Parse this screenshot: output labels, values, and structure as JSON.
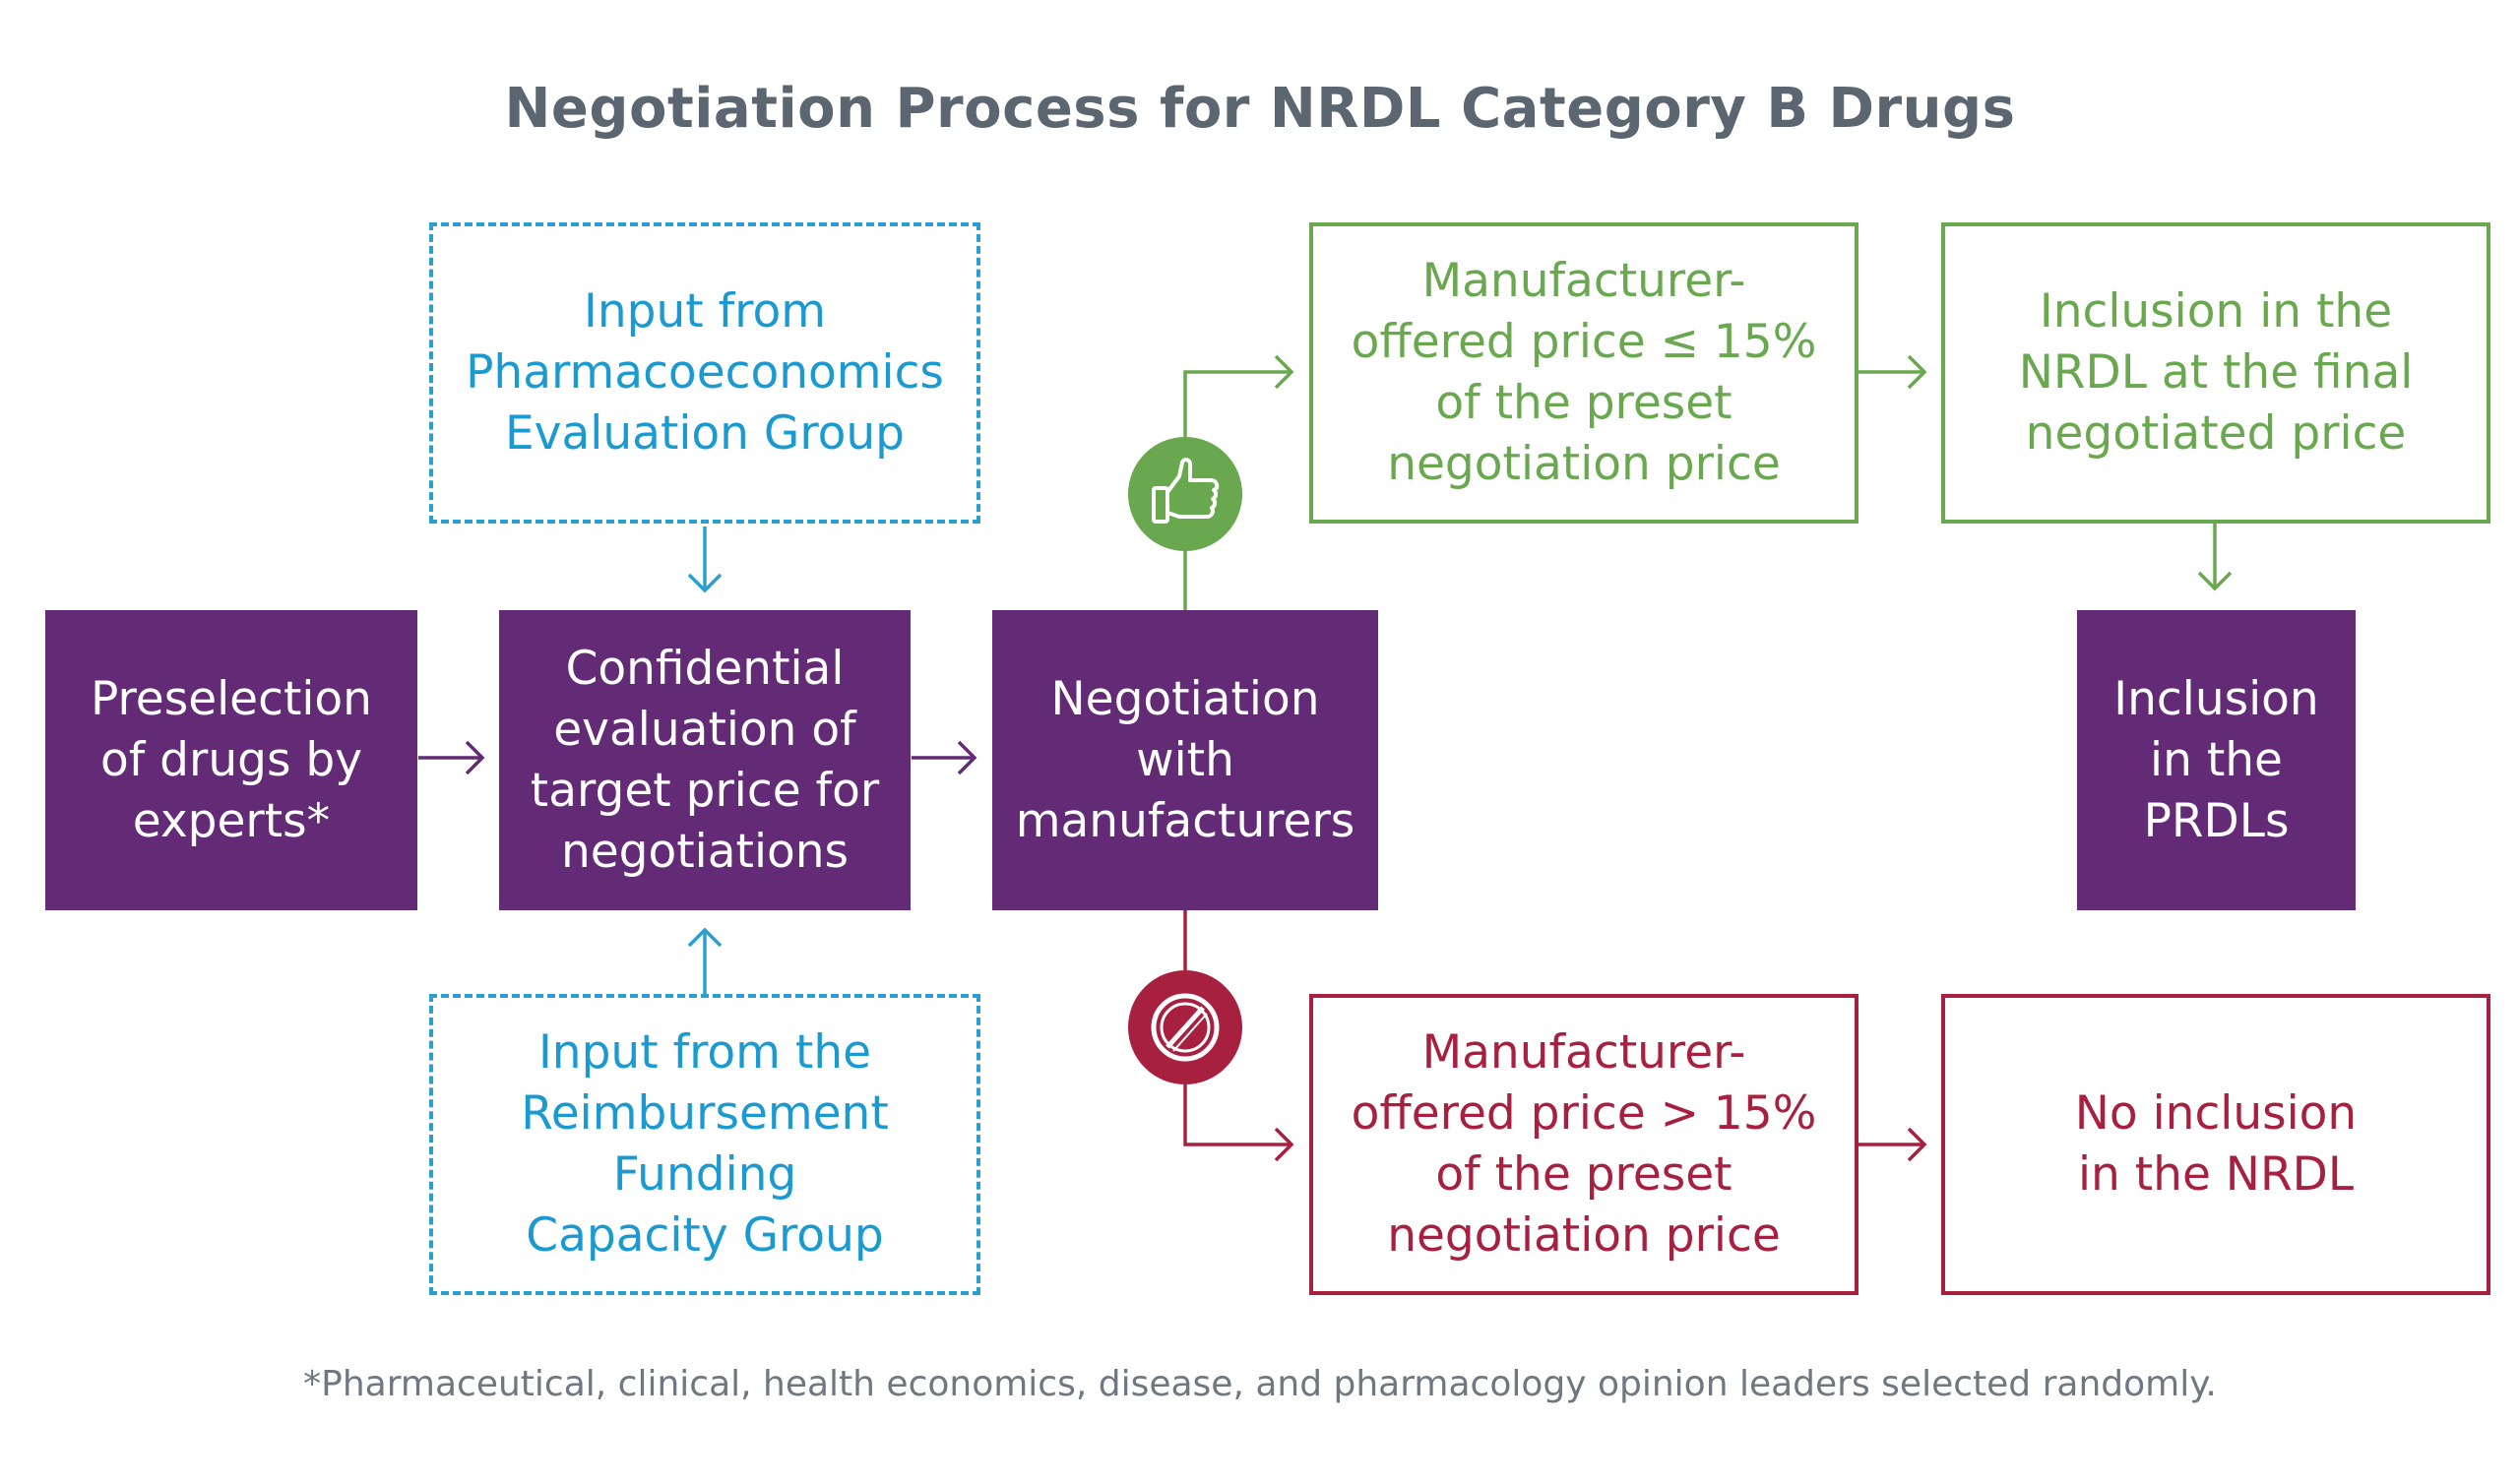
{
  "title": "Negotiation Process for NRDL Category B Drugs",
  "footnote": "*Pharmaceutical, clinical, health economics, disease, and pharmacology opinion leaders selected randomly.",
  "boxes": {
    "preselection": "Preselection\nof drugs by\nexperts*",
    "confidential": "Confidential\nevaluation of\ntarget price for\nnegotiations",
    "negotiation": "Negotiation\nwith\nmanufacturers",
    "input_pharma": "Input from\nPharmacoeconomics\nEvaluation Group",
    "input_reimb": "Input from the\nReimbursement\nFunding\nCapacity Group",
    "offer_le": "Manufacturer-\noffered price ≤ 15%\nof the preset\nnegotiation price",
    "offer_gt": "Manufacturer-\noffered price > 15%\nof the preset\nnegotiation price",
    "inclusion_nrdl": "Inclusion in the\nNRDL at the final\nnegotiated price",
    "no_inclusion": "No inclusion\nin the NRDL",
    "inclusion_prdl": "Inclusion\nin the\nPRDLs"
  },
  "colors": {
    "purple": "#632a76",
    "blue": "#1a9ad1",
    "green": "#6aa84f",
    "red": "#a8203f",
    "gray_text": "#5b6670"
  },
  "icons": {
    "approve": "thumbs-up-icon",
    "reject": "prohibited-icon"
  }
}
